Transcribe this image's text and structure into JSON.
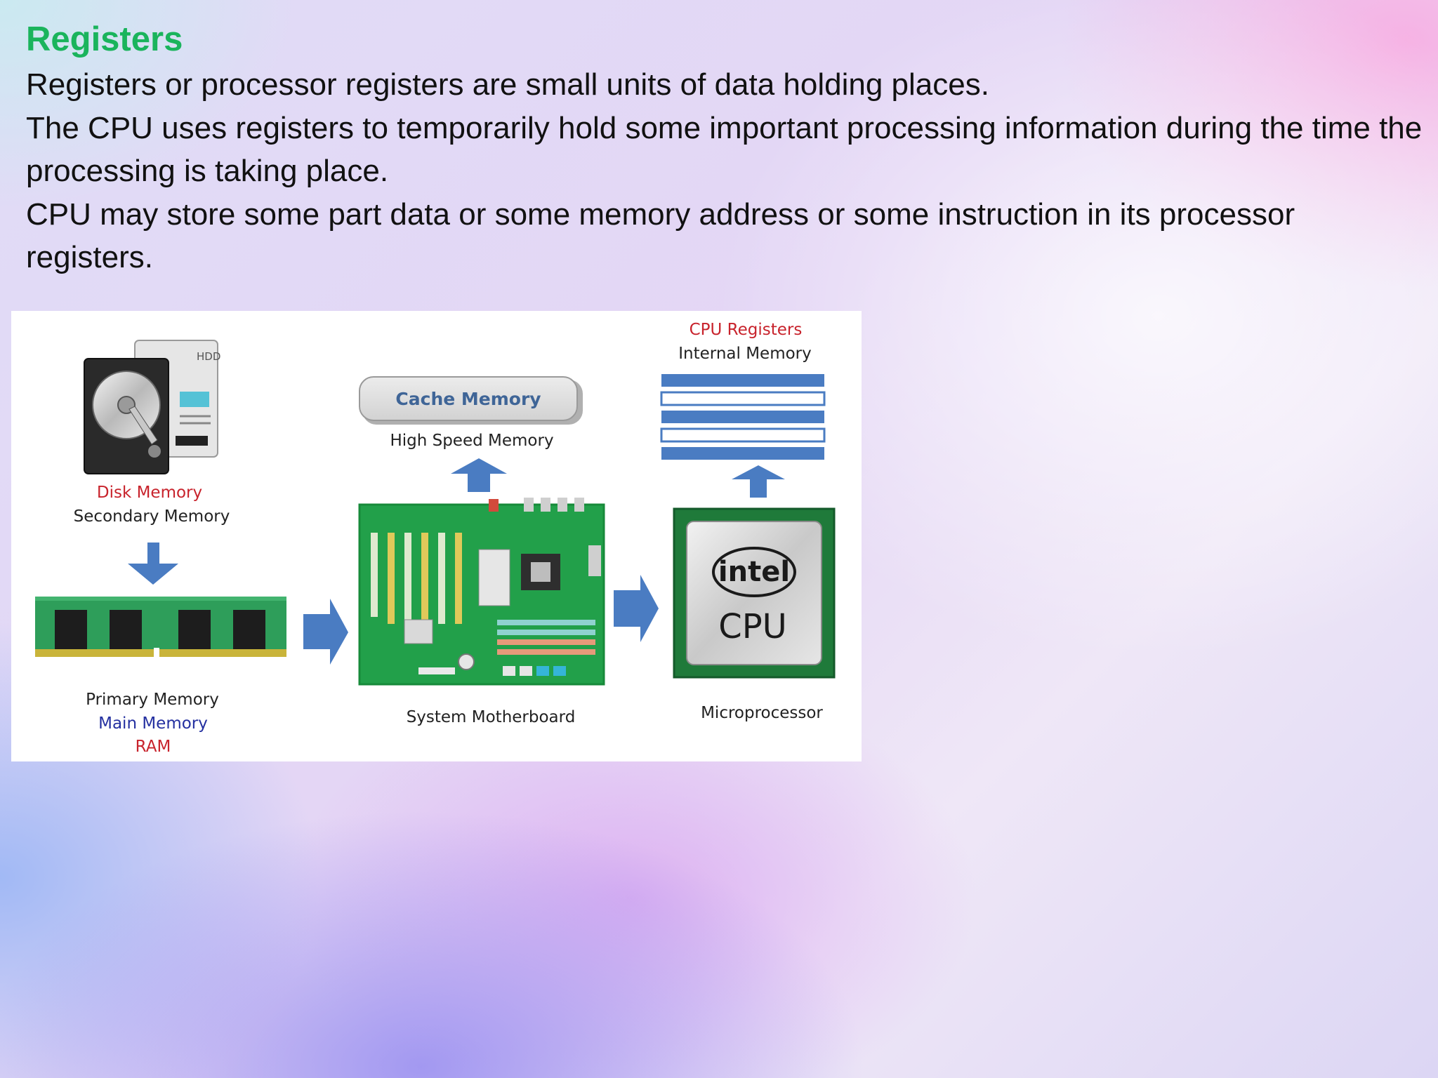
{
  "slide": {
    "title": "Registers",
    "lines": [
      "Registers or processor registers are small units of data holding places.",
      "The CPU uses registers to temporarily hold some important processing information during the time the processing is taking place.",
      "CPU may store some part data or some memory address or some instruction in its processor registers."
    ]
  },
  "diagram": {
    "disk": {
      "label_red": "Disk Memory",
      "label_black": "Secondary Memory",
      "hdd_text": "HDD"
    },
    "ram": {
      "label_black": "Primary Memory",
      "label_blue": "Main Memory",
      "label_red": "RAM"
    },
    "cache": {
      "box_label": "Cache Memory",
      "caption": "High Speed Memory"
    },
    "motherboard": {
      "caption": "System Motherboard"
    },
    "registers": {
      "label_red": "CPU Registers",
      "label_black": "Internal Memory"
    },
    "cpu": {
      "brand": "intel",
      "chip_text": "CPU",
      "caption": "Microprocessor"
    },
    "colors": {
      "arrow": "#4a7cc2",
      "red_label": "#c8232c",
      "blue_label": "#2430a0",
      "register_bar": "#4a7cc2",
      "board_green": "#22a04a"
    }
  }
}
